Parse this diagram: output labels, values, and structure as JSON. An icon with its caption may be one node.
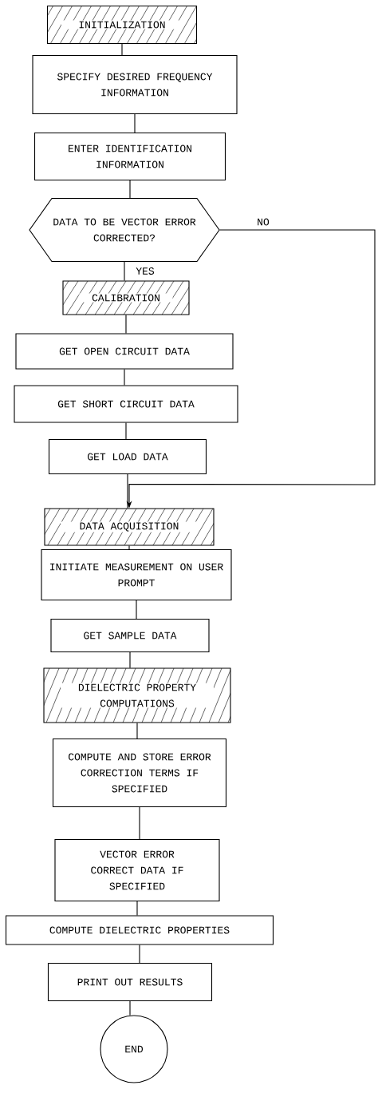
{
  "diagram": {
    "nodes": [
      {
        "text": [
          "INITIALIZATION"
        ]
      },
      {
        "text": [
          "SPECIFY DESIRED FREQUENCY INFORMATION"
        ]
      },
      {
        "text": [
          "ENTER IDENTIFICATION INFORMATION"
        ]
      },
      {
        "text": [
          "DATA TO BE VECTOR ERROR CORRECTED?"
        ]
      },
      {
        "text": [
          "CALIBRATION"
        ]
      },
      {
        "text": [
          "GET OPEN CIRCUIT DATA"
        ]
      },
      {
        "text": [
          "GET SHORT CIRCUIT DATA"
        ]
      },
      {
        "text": [
          "GET LOAD DATA"
        ]
      },
      {
        "text": [
          "DATA ACQUISITION"
        ]
      },
      {
        "text": [
          "INITIATE MEASUREMENT ON USER PROMPT"
        ]
      },
      {
        "text": [
          "GET SAMPLE DATA"
        ]
      },
      {
        "text": [
          "DIELECTRIC PROPERTY COMPUTATIONS"
        ]
      },
      {
        "text": [
          "COMPUTE AND STORE ERROR CORRECTION TERMS IF SPECIFIED"
        ]
      },
      {
        "text": [
          "VECTOR ERROR CORRECT DATA IF SPECIFIED"
        ]
      },
      {
        "text": [
          "COMPUTE DIELECTRIC PROPERTIES"
        ]
      },
      {
        "text": [
          "PRINT OUT RESULTS"
        ]
      },
      {
        "text": [
          "END"
        ]
      }
    ],
    "edges": [
      {
        "from": 0,
        "to": 1,
        "arrow": "none"
      },
      {
        "from": 1,
        "to": 2,
        "arrow": "none"
      },
      {
        "from": 2,
        "to": 3,
        "arrow": "none"
      },
      {
        "from": 3,
        "to": 4,
        "arrow": "none",
        "label": "YES"
      },
      {
        "from": 3,
        "to": 8,
        "arrow": "to",
        "label": "NO"
      },
      {
        "from": 4,
        "to": 5,
        "arrow": "none"
      },
      {
        "from": 5,
        "to": 6,
        "arrow": "none"
      },
      {
        "from": 6,
        "to": 7,
        "arrow": "none"
      },
      {
        "from": 7,
        "to": 8,
        "arrow": "none"
      },
      {
        "from": 8,
        "to": 9,
        "arrow": "none"
      },
      {
        "from": 9,
        "to": 10,
        "arrow": "none"
      },
      {
        "from": 10,
        "to": 11,
        "arrow": "none"
      },
      {
        "from": 11,
        "to": 12,
        "arrow": "none"
      },
      {
        "from": 12,
        "to": 13,
        "arrow": "none"
      },
      {
        "from": 13,
        "to": 14,
        "arrow": "none"
      },
      {
        "from": 14,
        "to": 15,
        "arrow": "none"
      },
      {
        "from": 15,
        "to": 16,
        "arrow": "none"
      }
    ]
  }
}
